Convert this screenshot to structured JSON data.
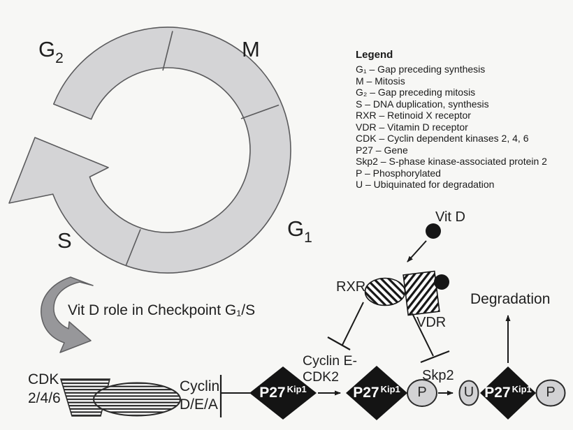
{
  "cycle": {
    "g2": {
      "base": "G",
      "sub": "2"
    },
    "m": "M",
    "g1": {
      "base": "G",
      "sub": "1"
    },
    "s": "S"
  },
  "legend": {
    "title": "Legend",
    "items": [
      "G₁ – Gap preceding synthesis",
      "M – Mitosis",
      "G₂ – Gap preceding mitosis",
      "S – DNA duplication, synthesis",
      "RXR – Retinoid X receptor",
      "VDR – Vitamin D receptor",
      "CDK – Cyclin dependent kinases 2, 4, 6",
      "P27 – Gene",
      "Skp2 – S-phase kinase-associated protein 2",
      "P – Phosphorylated",
      "U – Ubiquinated for degradation"
    ]
  },
  "caption": "Vit D role in Checkpoint G₁/S",
  "pathway": {
    "vit_d": "Vit D",
    "rxr": "RXR",
    "vdr": "VDR",
    "skp2": "Skp2",
    "degradation": "Degradation",
    "cyclin_e_cdk2": {
      "line1": "Cyclin E-",
      "line2": "CDK2"
    },
    "cdk_2_4_6": {
      "line1": "CDK",
      "line2": "2/4/6"
    },
    "cyclin_dea": {
      "line1": "Cyclin",
      "line2": "D/E/A"
    },
    "p27": "P27",
    "kip1": "Kip1",
    "phospho": "P",
    "ubiquitin": "U"
  },
  "colors": {
    "background": "#f7f7f5",
    "ring_fill": "#d4d4d6",
    "ring_stroke": "#5a5a5c",
    "curved_arrow_fill": "#97979a",
    "ink": "#1a1a1a",
    "node_fill": "#d2d2d4"
  }
}
